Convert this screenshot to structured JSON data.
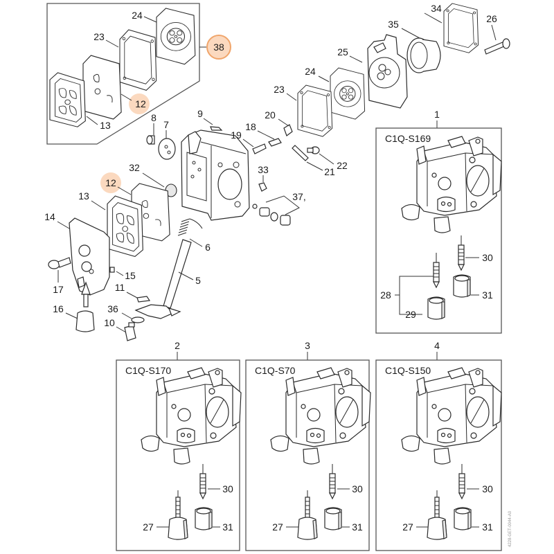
{
  "diagram": {
    "title": "Carburetor exploded parts diagram",
    "highlight_color": "#f5b98a",
    "highlight_fill": "#fbd9bf",
    "drawing_code": "4228-GET-0044-A0",
    "kit_box": {
      "callout": "38",
      "labels": [
        "24",
        "23",
        "12",
        "13"
      ]
    },
    "main_labels": {
      "l34": "34",
      "l26": "26",
      "l35": "35",
      "l25": "25",
      "l24": "24",
      "l23": "23",
      "l20": "20",
      "l18": "18",
      "l19": "19",
      "l9": "9",
      "l8": "8",
      "l7": "7",
      "l22": "22",
      "l21": "21",
      "l33": "33",
      "l37": "37,",
      "l32": "32",
      "l12": "12",
      "l13": "13",
      "l14": "14",
      "l6": "6",
      "l5": "5",
      "l15": "15",
      "l17": "17",
      "l11": "11",
      "l36": "36",
      "l16": "16",
      "l10": "10"
    },
    "variants": [
      {
        "number": "1",
        "model": "C1Q-S169",
        "labels": [
          "30",
          "28",
          "31",
          "29"
        ]
      },
      {
        "number": "2",
        "model": "C1Q-S170",
        "labels": [
          "30",
          "27",
          "31"
        ]
      },
      {
        "number": "3",
        "model": "C1Q-S70",
        "labels": [
          "30",
          "27",
          "31"
        ]
      },
      {
        "number": "4",
        "model": "C1Q-S150",
        "labels": [
          "30",
          "27",
          "31"
        ]
      }
    ]
  }
}
